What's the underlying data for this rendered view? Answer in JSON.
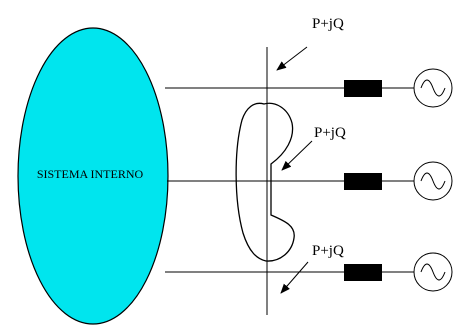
{
  "system": {
    "label": "SISTEMA INTERNO",
    "fill_color": "#00e5ee"
  },
  "flows": [
    {
      "label": "P+jQ"
    },
    {
      "label": "P+jQ"
    },
    {
      "label": "P+jQ"
    }
  ],
  "generators": [
    {
      "icon": "ac-source-icon"
    },
    {
      "icon": "ac-source-icon"
    },
    {
      "icon": "ac-source-icon"
    }
  ]
}
